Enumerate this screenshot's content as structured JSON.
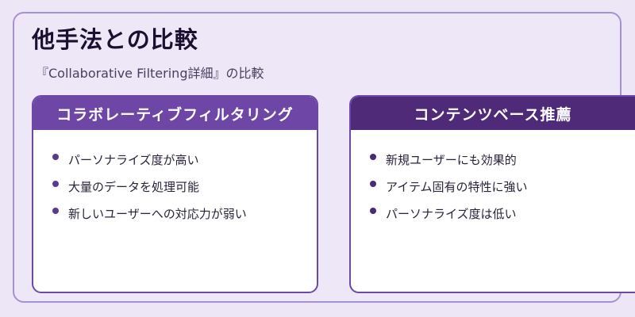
{
  "title": "他手法との比較",
  "subtitle": "『Collaborative Filtering詳細』の比較",
  "cards": [
    {
      "header": "コラボレーティブフィルタリング",
      "items": [
        "パーソナライズ度が高い",
        "大量のデータを処理可能",
        "新しいユーザーへの対応力が弱い"
      ]
    },
    {
      "header": "コンテンツベース推薦",
      "items": [
        "新規ユーザーにも効果的",
        "アイテム固有の特性に強い",
        "パーソナライズ度は低い"
      ]
    }
  ],
  "colors": {
    "background": "#ece6f6",
    "left_header": "#6d46a6",
    "right_header": "#4e2a78",
    "frame_border": "#a692d2"
  }
}
